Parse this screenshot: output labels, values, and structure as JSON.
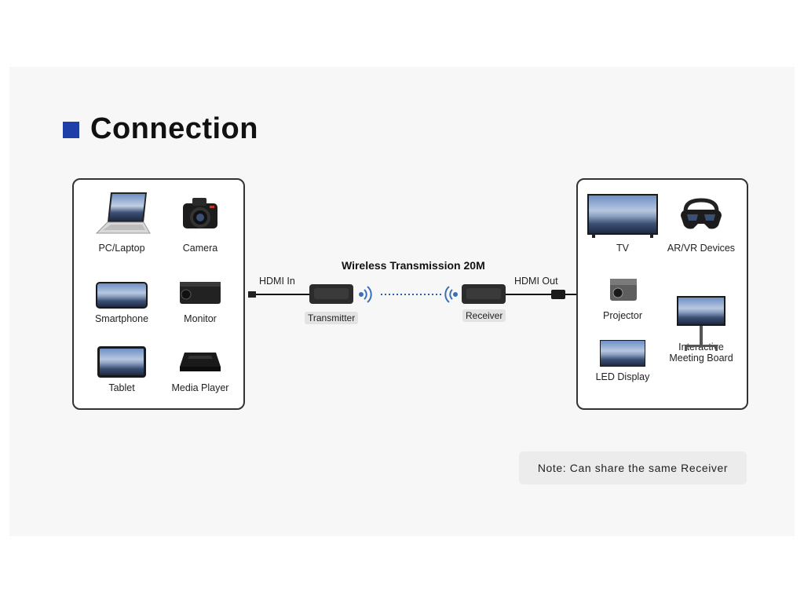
{
  "title": "Connection",
  "colors": {
    "accent": "#1f3fa8"
  },
  "sources": [
    {
      "label": "PC/Laptop",
      "icon": "laptop-icon"
    },
    {
      "label": "Camera",
      "icon": "camera-icon"
    },
    {
      "label": "Smartphone",
      "icon": "smartphone-icon"
    },
    {
      "label": "Monitor",
      "icon": "security-camera-icon"
    },
    {
      "label": "Tablet",
      "icon": "tablet-icon"
    },
    {
      "label": "Media Player",
      "icon": "media-player-icon"
    }
  ],
  "destinations": [
    {
      "label": "TV",
      "icon": "tv-icon"
    },
    {
      "label": "AR/VR Devices",
      "icon": "vr-headset-icon"
    },
    {
      "label": "Projector",
      "icon": "projector-icon"
    },
    {
      "label": "LED Display",
      "icon": "led-display-icon"
    },
    {
      "label": "Interactive\nMeeting Board",
      "line1": "Interactive",
      "line2": "Meeting Board",
      "icon": "meeting-board-icon"
    }
  ],
  "link": {
    "hdmi_in": "HDMI In",
    "hdmi_out": "HDMI Out",
    "wireless": "Wireless Transmission 20M",
    "transmitter": "Transmitter",
    "receiver": "Receiver"
  },
  "note": "Note: Can share the same Receiver"
}
